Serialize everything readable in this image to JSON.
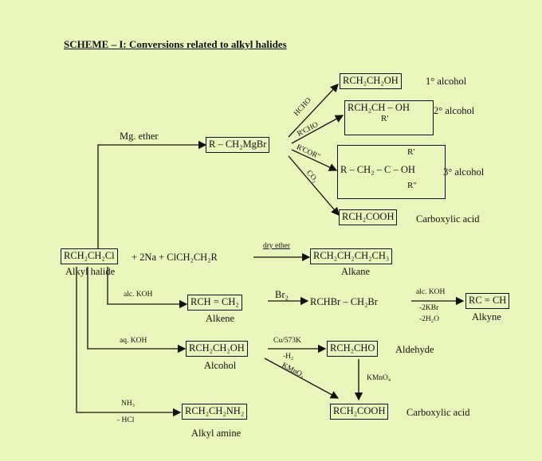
{
  "title": "SCHEME – I: Conversions related to alkyl halides",
  "start": {
    "formula": "RCH₂CH₂Cl",
    "reaction": "+ 2Na + ClCH₂CH₂R",
    "name": "Alkyl halide"
  },
  "grignard": {
    "condition": "Mg. ether",
    "formula": "R – CH₂MgBr",
    "reagents": [
      "HCHO",
      "R'CHO",
      "R'COR\"",
      "CO₂"
    ]
  },
  "alcohols": {
    "primary": {
      "formula": "RCH₂CH₂OH",
      "label": "1° alcohol"
    },
    "secondary": {
      "formula": "RCH₂CH – OH",
      "sub": "R'",
      "label": "2° alcohol"
    },
    "tertiary": {
      "formula": "R – CH₂ – C – OH",
      "top": "R'",
      "bottom": "R\"",
      "label": "3° alcohol"
    },
    "acid": {
      "formula": "RCH₂COOH",
      "label": "Carboxylic acid"
    }
  },
  "wurtz": {
    "condition": "dry ether",
    "formula": "RCH₂CH₂CH₂CH₃",
    "name": "Alkane"
  },
  "elimination": {
    "condition": "alc. KOH",
    "alkene": "RCH = CH₂",
    "alkene_name": "Alkene",
    "bromination": "Br₂",
    "dibromide": "RCHBr – CH₂Br",
    "cond2_top": "alc. KOH",
    "cond2_mid": "-2KBr",
    "cond2_bot": "-2H₂O",
    "alkyne": "RC = CH",
    "alkyne_name": "Alkyne"
  },
  "hydrolysis": {
    "condition": "aq. KOH",
    "alcohol": "RCH₂CH₂OH",
    "alcohol_name": "Alcohol",
    "ox_top": "Cu/573K",
    "ox_bot": "-H₂",
    "aldehyde": "RCH₂CHO",
    "aldehyde_name": "Aldehyde",
    "kmno4_diag": "KMnO₄",
    "kmno4_vert": "KMnO₄",
    "acid": "RCH₂COOH",
    "acid_name": "Carboxylic acid"
  },
  "amination": {
    "cond_top": "NH₃",
    "cond_bot": "- HCl",
    "amine": "RCH₂CH₂NH₂",
    "amine_name": "Alkyl amine"
  }
}
